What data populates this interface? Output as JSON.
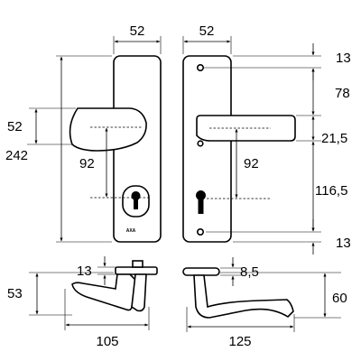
{
  "brand": "AXA",
  "front_view": {
    "plate_width": "52",
    "plate_height": "242",
    "knob_to_top": "52",
    "knob_to_cylinder": "92"
  },
  "back_view": {
    "plate_width": "52",
    "screw_to_top": "13",
    "screw_to_handle": "78",
    "handle_height": "21,5",
    "handle_to_cylinder": "92",
    "cylinder_to_screw": "116,5",
    "screw_to_bottom": "13"
  },
  "knob_side_view": {
    "base_height": "13",
    "projection": "53",
    "length": "105"
  },
  "lever_side_view": {
    "base_height": "8,5",
    "projection": "60",
    "length": "125"
  }
}
